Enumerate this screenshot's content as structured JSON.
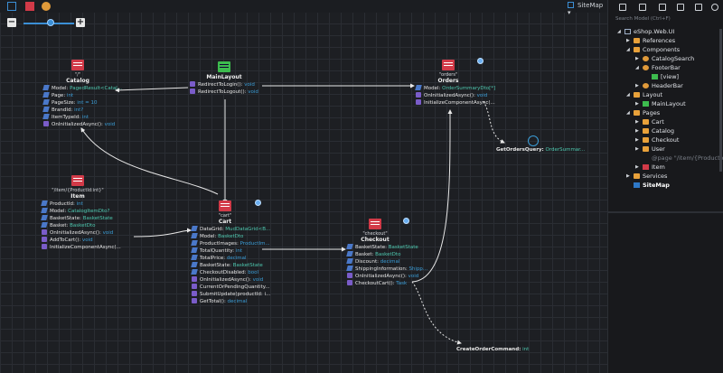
{
  "toolbar": {
    "sitemap_label": "SiteMap"
  },
  "zoom": {
    "minus": "−",
    "plus": "+",
    "level": 0.45
  },
  "colors": {
    "accent": "#3b8fd6",
    "component_red": "#d23a48",
    "layout_green": "#3dbb4e",
    "type_blue": "#3b9ed8",
    "generic_teal": "#4ec9b0",
    "folder": "#e8a13a"
  },
  "nodes": {
    "catalog": {
      "route": "\"/\"",
      "title": "Catalog",
      "members": [
        {
          "kind": "prop",
          "name": "Model:",
          "type": "PagedResult<Catal..."
        },
        {
          "kind": "prop",
          "name": "Page:",
          "type": "int"
        },
        {
          "kind": "prop",
          "name": "PageSize:",
          "type": "int = 10"
        },
        {
          "kind": "prop",
          "name": "BrandId:",
          "type": "int?"
        },
        {
          "kind": "prop",
          "name": "ItemTypeId:",
          "type": "int"
        },
        {
          "kind": "meth",
          "name": "OnInitializedAsync():",
          "type": "void"
        }
      ]
    },
    "mainlayout": {
      "title": "MainLayout",
      "members": [
        {
          "kind": "meth",
          "name": "RedirectToLogin():",
          "type": "void"
        },
        {
          "kind": "meth",
          "name": "RedirectToLogout():",
          "type": "void"
        }
      ]
    },
    "orders": {
      "route": "\"orders\"",
      "title": "Orders",
      "members": [
        {
          "kind": "prop",
          "name": "Model:",
          "type": "OrderSummaryDto[*]"
        },
        {
          "kind": "meth",
          "name": "OnInitializedAsync():",
          "type": "void"
        },
        {
          "kind": "meth",
          "name": "InitializeComponentAsync(...",
          "type": ""
        }
      ]
    },
    "item": {
      "route": "\"/item/{ProductId:int}\"",
      "title": "Item",
      "members": [
        {
          "kind": "prop",
          "name": "ProductId:",
          "type": "int"
        },
        {
          "kind": "prop",
          "name": "Model:",
          "type": "CatalogItemDto?"
        },
        {
          "kind": "prop",
          "name": "BasketState:",
          "type": "BasketState"
        },
        {
          "kind": "prop",
          "name": "Basket:",
          "type": "BasketDto"
        },
        {
          "kind": "meth",
          "name": "OnInitializedAsync():",
          "type": "void"
        },
        {
          "kind": "meth",
          "name": "AddToCart():",
          "type": "void"
        },
        {
          "kind": "meth",
          "name": "InitializeComponentAsync(...",
          "type": ""
        }
      ]
    },
    "cart": {
      "route": "\"cart\"",
      "title": "Cart",
      "members": [
        {
          "kind": "prop",
          "name": "DataGrid:",
          "type": "MudDataGrid<B..."
        },
        {
          "kind": "prop",
          "name": "Model:",
          "type": "BasketDto"
        },
        {
          "kind": "prop",
          "name": "ProductImages:",
          "type": "ProductIm..."
        },
        {
          "kind": "prop",
          "name": "TotalQuantity:",
          "type": "int"
        },
        {
          "kind": "prop",
          "name": "TotalPrice:",
          "type": "decimal"
        },
        {
          "kind": "prop",
          "name": "BasketState:",
          "type": "BasketState"
        },
        {
          "kind": "prop",
          "name": "CheckoutDisabled:",
          "type": "bool"
        },
        {
          "kind": "meth",
          "name": "OnInitializedAsync():",
          "type": "void"
        },
        {
          "kind": "meth",
          "name": "CurrentOrPendingQuantity...",
          "type": ""
        },
        {
          "kind": "meth",
          "name": "SubmitUpdate(productId: i...",
          "type": ""
        },
        {
          "kind": "meth",
          "name": "GetTotal():",
          "type": "decimal"
        }
      ]
    },
    "checkout": {
      "route": "\"checkout\"",
      "title": "Checkout",
      "members": [
        {
          "kind": "prop",
          "name": "BasketState:",
          "type": "BasketState"
        },
        {
          "kind": "prop",
          "name": "Basket:",
          "type": "BasketDto"
        },
        {
          "kind": "prop",
          "name": "Discount:",
          "type": "decimal"
        },
        {
          "kind": "prop",
          "name": "ShippingInformation:",
          "type": "Shipp..."
        },
        {
          "kind": "meth",
          "name": "OnInitializedAsync():",
          "type": "void"
        },
        {
          "kind": "meth",
          "name": "CheckoutCart():",
          "type": "Task"
        }
      ]
    },
    "get_orders_query": {
      "name": "GetOrdersQuery:",
      "type": "OrderSummar..."
    },
    "create_order_command": {
      "name": "CreateOrderCommand:",
      "type": "int"
    }
  },
  "panel": {
    "search_placeholder": "Search Model (Ctrl+F)",
    "tree": [
      {
        "depth": 0,
        "arrow": "◢",
        "icon": "proj",
        "label": "eShop.Web.UI",
        "style": ""
      },
      {
        "depth": 1,
        "arrow": "▶",
        "icon": "folder",
        "label": "References",
        "style": ""
      },
      {
        "depth": 1,
        "arrow": "◢",
        "icon": "folder",
        "label": "Components",
        "style": ""
      },
      {
        "depth": 2,
        "arrow": "▶",
        "icon": "gear",
        "label": "CatalogSearch",
        "style": ""
      },
      {
        "depth": 2,
        "arrow": "◢",
        "icon": "gear",
        "label": "FooterBar",
        "style": ""
      },
      {
        "depth": 3,
        "arrow": "",
        "icon": "green",
        "label": "[view]",
        "style": ""
      },
      {
        "depth": 2,
        "arrow": "▶",
        "icon": "gear",
        "label": "HeaderBar",
        "style": ""
      },
      {
        "depth": 1,
        "arrow": "◢",
        "icon": "folder",
        "label": "Layout",
        "style": ""
      },
      {
        "depth": 2,
        "arrow": "▶",
        "icon": "green",
        "label": "MainLayout",
        "style": ""
      },
      {
        "depth": 1,
        "arrow": "◢",
        "icon": "folder",
        "label": "Pages",
        "style": ""
      },
      {
        "depth": 2,
        "arrow": "▶",
        "icon": "folder",
        "label": "Cart",
        "style": ""
      },
      {
        "depth": 2,
        "arrow": "▶",
        "icon": "folder",
        "label": "Catalog",
        "style": ""
      },
      {
        "depth": 2,
        "arrow": "▶",
        "icon": "folder",
        "label": "Checkout",
        "style": ""
      },
      {
        "depth": 2,
        "arrow": "▶",
        "icon": "folder",
        "label": "User",
        "style": ""
      },
      {
        "depth": 2,
        "arrow": "",
        "icon": "",
        "label": "@page \"/item/{ProductId",
        "style": "muted"
      },
      {
        "depth": 2,
        "arrow": "▶",
        "icon": "red",
        "label": "Item",
        "style": ""
      },
      {
        "depth": 1,
        "arrow": "▶",
        "icon": "folder",
        "label": "Services",
        "style": ""
      },
      {
        "depth": 1,
        "arrow": "",
        "icon": "blue",
        "label": "SiteMap",
        "style": "bold"
      }
    ]
  }
}
